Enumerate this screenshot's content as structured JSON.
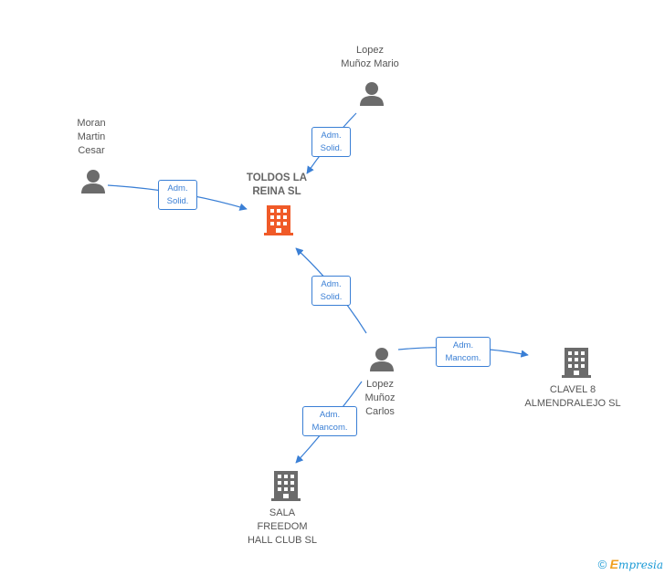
{
  "colors": {
    "edge": "#3a7fd5",
    "person_icon": "#6b6b6b",
    "company_icon": "#6b6b6b",
    "main_company_icon": "#f05a28"
  },
  "nodes": {
    "main_company": {
      "label": "TOLDOS LA\nREINA SL",
      "icon": "building-icon"
    },
    "person_lopez_munoz_mario": {
      "label": "Lopez\nMuñoz Mario",
      "icon": "person-icon"
    },
    "person_moran_martin_cesar": {
      "label": "Moran\nMartin\nCesar",
      "icon": "person-icon"
    },
    "person_lopez_munoz_carlos": {
      "label": "Lopez\nMuñoz\nCarlos",
      "icon": "person-icon"
    },
    "company_clavel8": {
      "label": "CLAVEL 8\nALMENDRALEJO SL",
      "icon": "building-icon"
    },
    "company_sala_freedom": {
      "label": "SALA\nFREEDOM\nHALL CLUB SL",
      "icon": "building-icon"
    }
  },
  "edges": [
    {
      "from": "person_lopez_munoz_mario",
      "to": "main_company",
      "label": "Adm.\nSolid."
    },
    {
      "from": "person_moran_martin_cesar",
      "to": "main_company",
      "label": "Adm.\nSolid."
    },
    {
      "from": "person_lopez_munoz_carlos",
      "to": "main_company",
      "label": "Adm.\nSolid."
    },
    {
      "from": "person_lopez_munoz_carlos",
      "to": "company_clavel8",
      "label": "Adm.\nMancom."
    },
    {
      "from": "person_lopez_munoz_carlos",
      "to": "company_sala_freedom",
      "label": "Adm.\nMancom."
    }
  ],
  "footer": {
    "copyright": "©",
    "brand_initial": "E",
    "brand_rest": "mpresia"
  }
}
